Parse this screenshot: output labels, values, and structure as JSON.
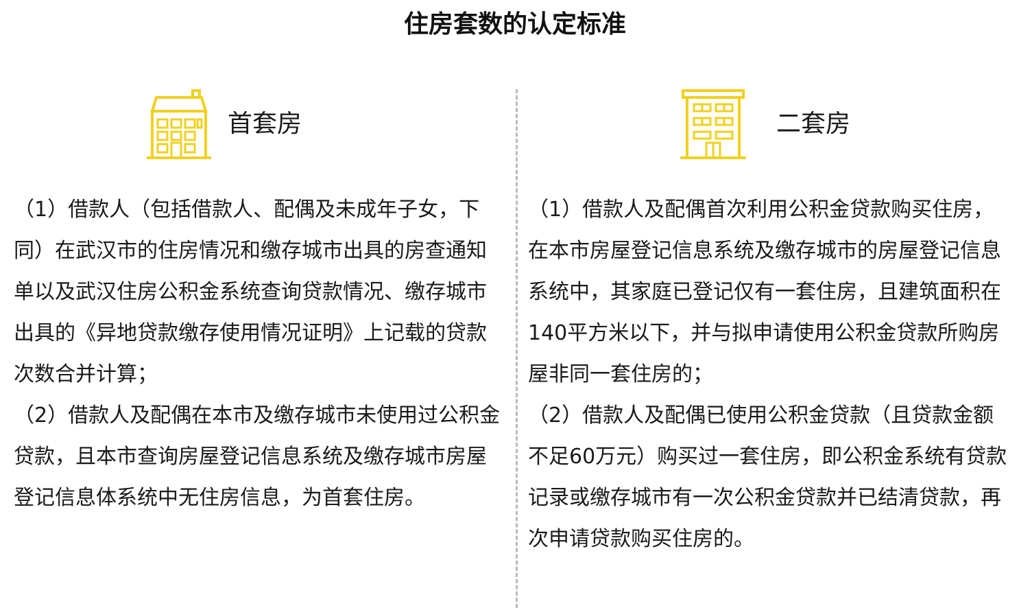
{
  "title": "住房套数的认定标准",
  "colors": {
    "icon": "#f2d01e",
    "divider": "#b9b9b9",
    "text": "#1a1a1a"
  },
  "left": {
    "icon": "house-icon",
    "heading": "首套房",
    "paragraphs": [
      "（1）借款人（包括借款人、配偶及未成年子女，下同）在武汉市的住房情况和缴存城市出具的房查通知单以及武汉住房公积金系统查询贷款情况、缴存城市出具的《异地贷款缴存使用情况证明》上记载的贷款次数合并计算；",
      "（2）借款人及配偶在本市及缴存城市未使用过公积金贷款，且本市查询房屋登记信息系统及缴存城市房屋登记信息体系统中无住房信息，为首套住房。"
    ]
  },
  "right": {
    "icon": "apartment-building-icon",
    "heading": "二套房",
    "paragraphs": [
      "（1）借款人及配偶首次利用公积金贷款购买住房，在本市房屋登记信息系统及缴存城市的房屋登记信息系统中，其家庭已登记仅有一套住房，且建筑面积在140平方米以下，并与拟申请使用公积金贷款所购房屋非同一套住房的；",
      "（2）借款人及配偶已使用公积金贷款（且贷款金额不足60万元）购买过一套住房，即公积金系统有贷款记录或缴存城市有一次公积金贷款并已结清贷款，再次申请贷款购买住房的。"
    ]
  }
}
